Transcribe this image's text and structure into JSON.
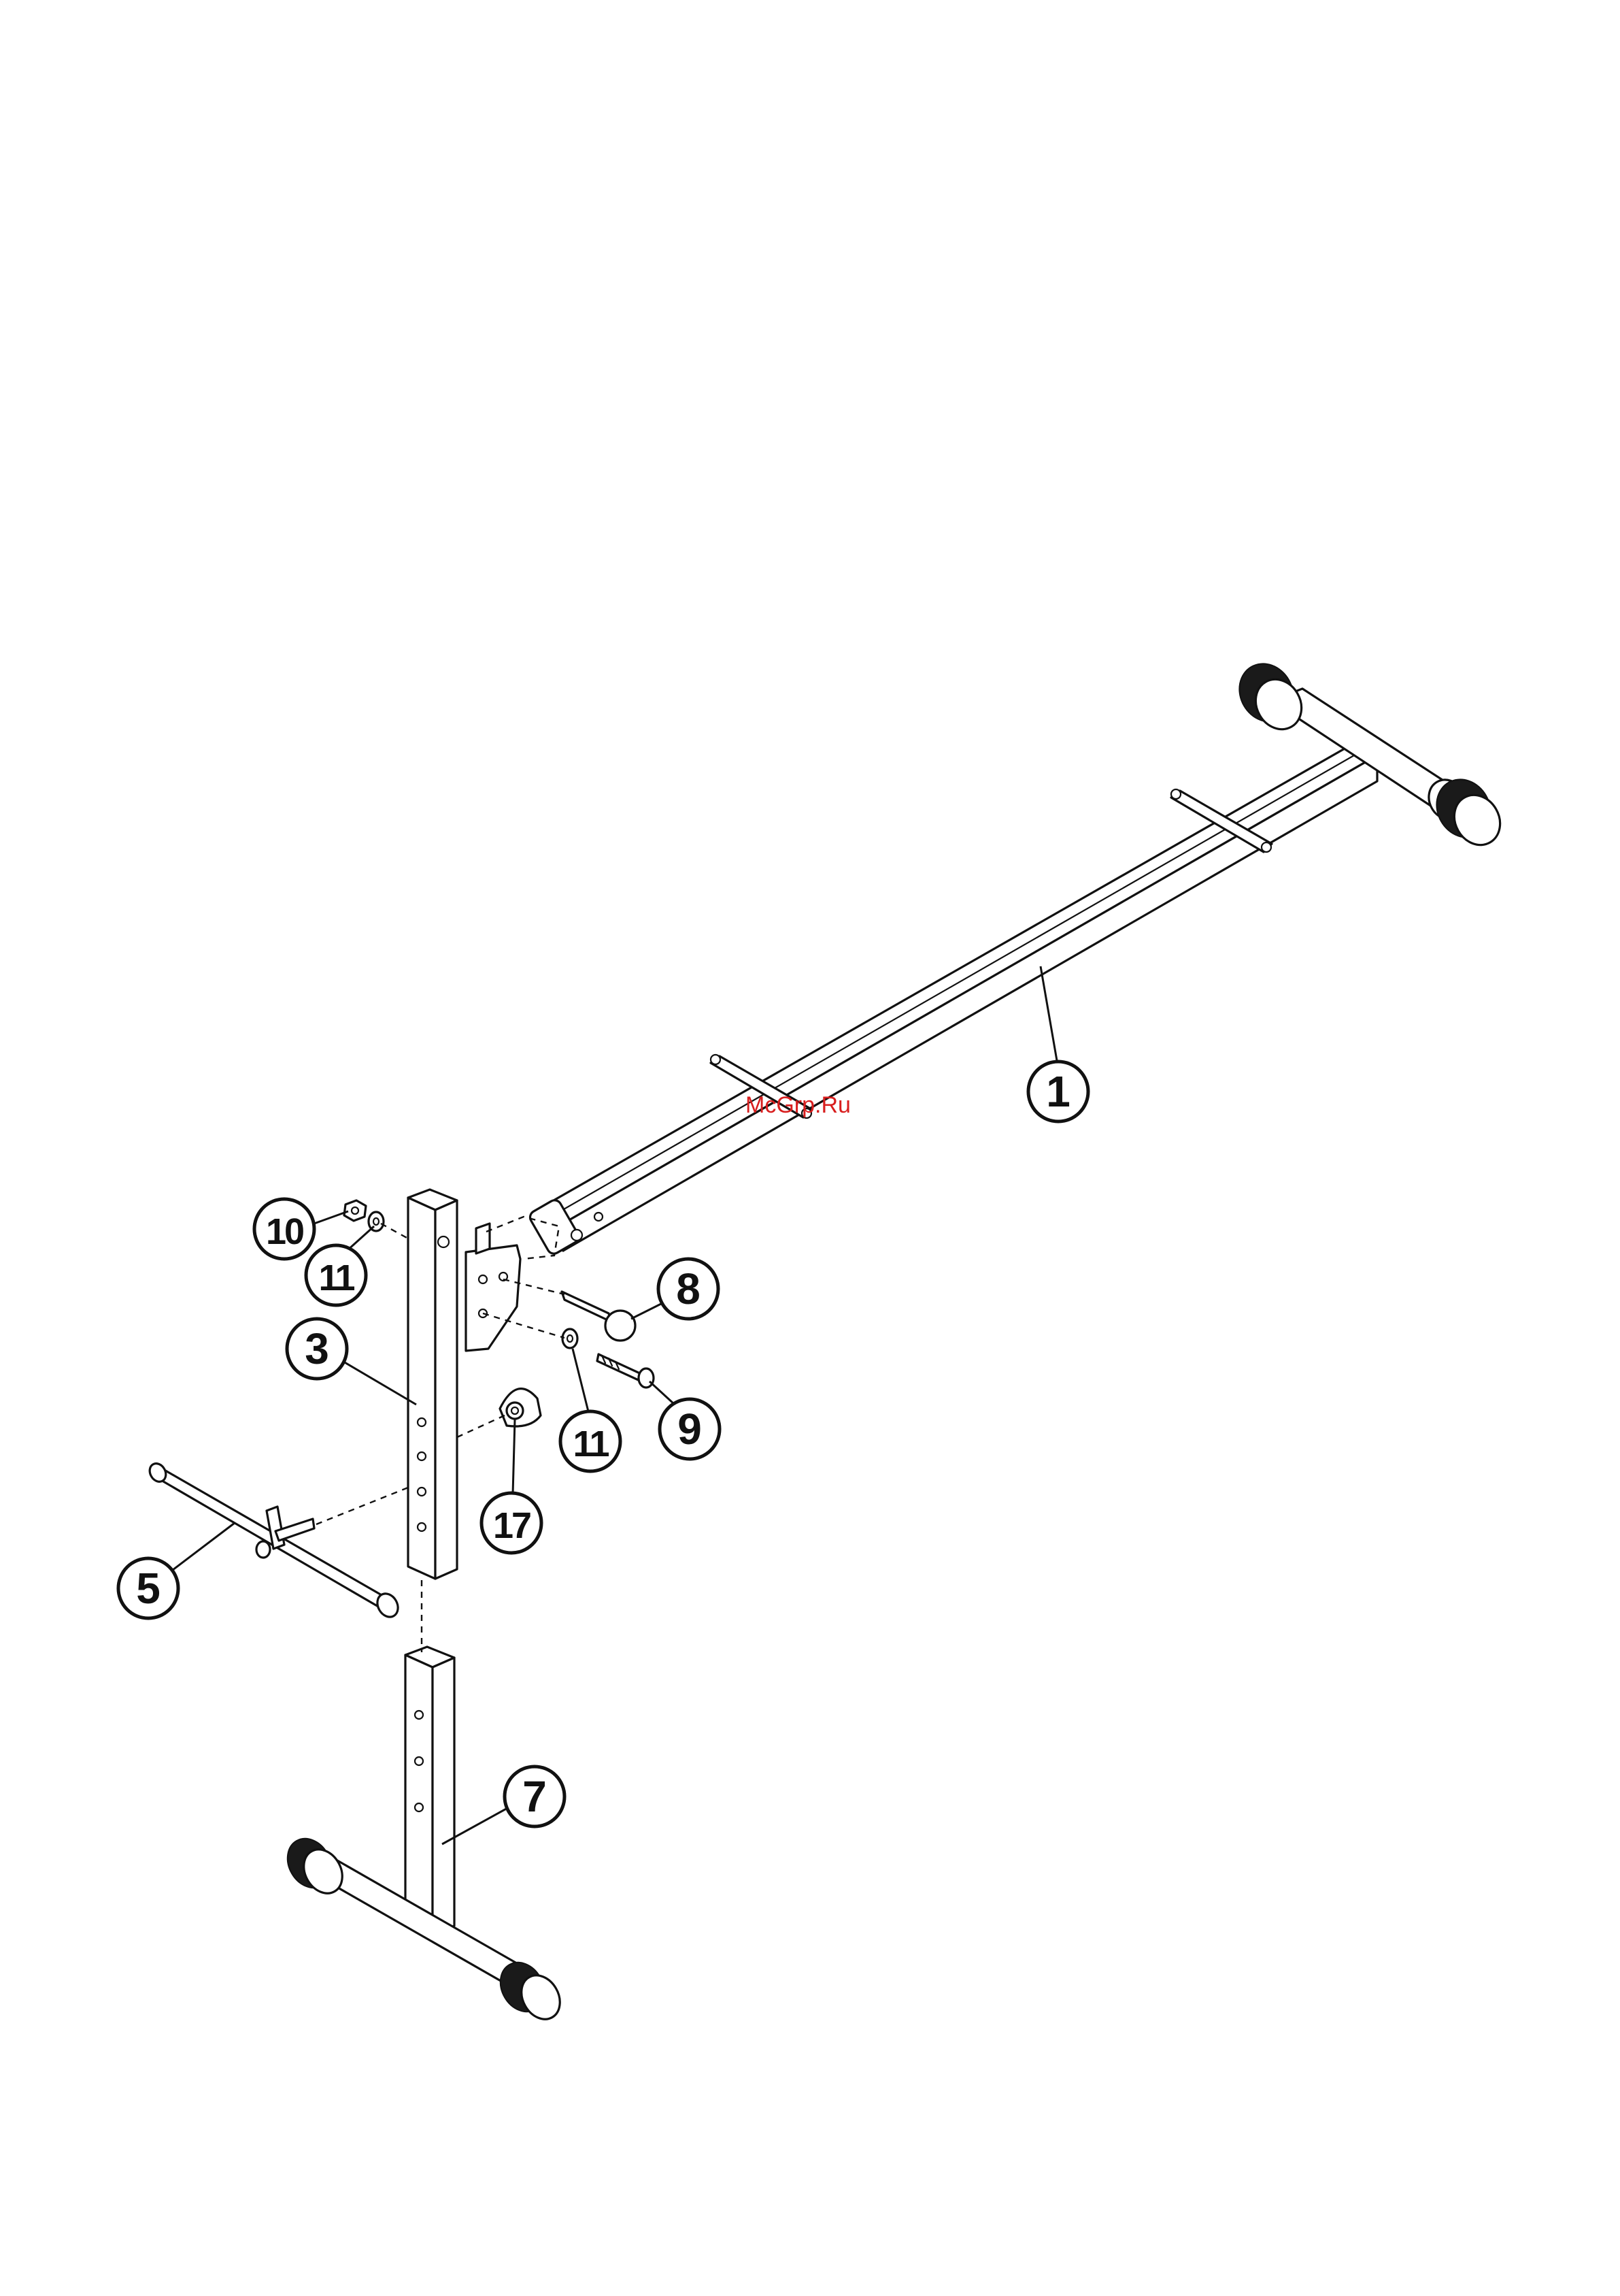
{
  "watermark": "McGrp.Ru",
  "callouts": [
    {
      "label": "1"
    },
    {
      "label": "10"
    },
    {
      "label": "11"
    },
    {
      "label": "3"
    },
    {
      "label": "8"
    },
    {
      "label": "11"
    },
    {
      "label": "9"
    },
    {
      "label": "17"
    },
    {
      "label": "5"
    },
    {
      "label": "7"
    }
  ]
}
